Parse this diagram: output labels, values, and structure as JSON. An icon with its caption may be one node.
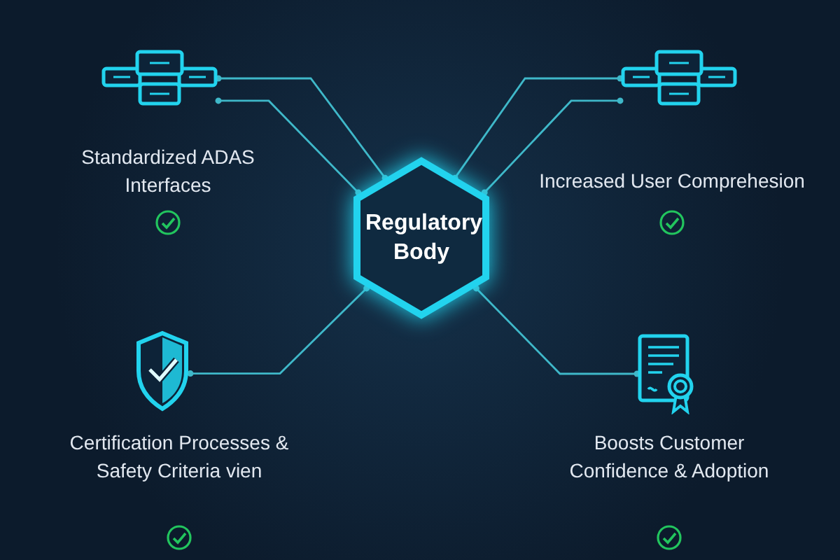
{
  "diagram": {
    "nodes": [
      {
        "text": [
          "Regulatory Body"
        ]
      },
      {
        "text": [],
        "shape": "picture",
        "beside": [
          "Standardized ADAS Interfaces"
        ]
      },
      {
        "text": [],
        "shape": "picture",
        "beside": [
          "Increased User Comprehesion"
        ]
      },
      {
        "text": [],
        "shape": "picture",
        "beside": [
          "Certification Processes & Safety Criteria vien"
        ]
      },
      {
        "text": [],
        "shape": "picture",
        "beside": [
          "Boosts Customer Confidence & Adoption"
        ]
      }
    ],
    "edges": [
      {
        "from": 0,
        "to": 1,
        "arrow": "other"
      },
      {
        "from": 0,
        "to": 1,
        "arrow": "other"
      },
      {
        "from": 0,
        "to": 2,
        "arrow": "other"
      },
      {
        "from": 0,
        "to": 2,
        "arrow": "other"
      },
      {
        "from": 0,
        "to": 3,
        "arrow": "other"
      },
      {
        "from": 0,
        "to": 4,
        "arrow": "other"
      }
    ]
  }
}
